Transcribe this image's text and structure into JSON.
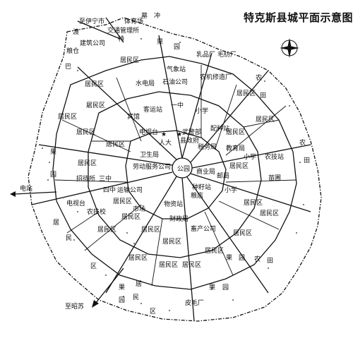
{
  "title": "特克斯县城平面示意图",
  "labels": {
    "to_yining": "至伊宁市",
    "transport_mgmt": "交通管理所",
    "stadium": "体育场",
    "tomb": "墓",
    "chong": "冲",
    "ferry": "渡",
    "ba": "巴",
    "special": "特",
    "grain": "粮仓",
    "construction": "建筑公司",
    "orchard_n": "果",
    "garden_n": "园",
    "dairy": "乳品厂",
    "wool": "毛纺厂",
    "fruit": "果",
    "garden": "园",
    "agri_machine": "农机修造厂",
    "weather": "气象站",
    "oil": "石油公司",
    "hydro": "水电局",
    "first_middle": "一中",
    "primary1": "小学",
    "res": "居民区",
    "bus": "客运站",
    "hotel": "宾馆",
    "tv": "电视台",
    "people": "人大",
    "police": "武警部",
    "gov": "县政府",
    "customs": "税务局",
    "edu": "教育局",
    "primary2": "小学",
    "seed": "配种站",
    "agri_tech_sta": "农技站",
    "health": "卫生局",
    "labor": "劳动服务公司",
    "park": "公园",
    "commerce": "商业局",
    "post": "邮局",
    "nursery": "苗圃",
    "third_middle": "三中",
    "shipping": "招待所",
    "fourth_middle": "四中",
    "transport_co": "运输公司",
    "goods": "物资站",
    "grain_store": "粮店",
    "seed_co": "种籽站",
    "electric": "电站",
    "tv_station": "电视台",
    "agri_school": "农技校",
    "market": "市场",
    "finance": "财政局",
    "animal": "畜产公司",
    "leather": "皮毛厂",
    "to_zhaosu": "至昭苏",
    "farmland": "农",
    "field": "田",
    "ju": "居",
    "min": "民",
    "qu": "区",
    "qu2": "区",
    "nong": "农",
    "tian": "田"
  }
}
